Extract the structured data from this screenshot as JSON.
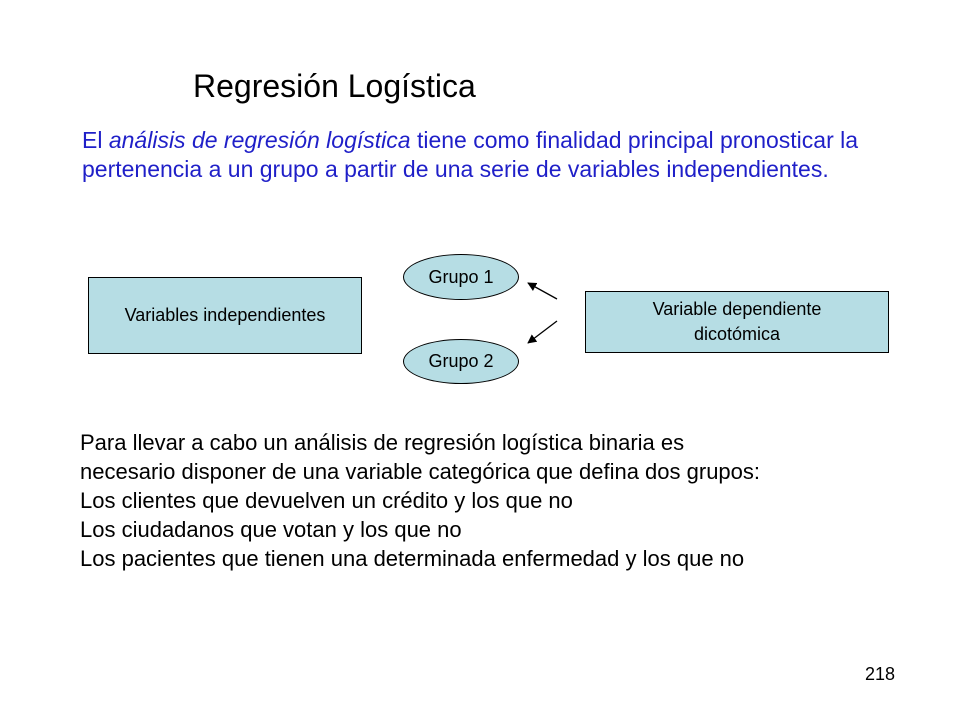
{
  "slide": {
    "title": "Regresión Logística",
    "intro": {
      "before": "El ",
      "emphasis": "análisis de regresión logística",
      "after": " tiene como finalidad principal pronosticar la pertenencia a un grupo a partir de una serie de variables independientes."
    },
    "diagram": {
      "independent_box": "Variables independientes",
      "group_1": "Grupo 1",
      "group_2": "Grupo 2",
      "dependent_box": "Variable dependiente dicotómica"
    },
    "body_lines": [
      "Para llevar a cabo un análisis de regresión logística binaria es",
      "necesario disponer de una variable categórica que defina dos grupos:",
      "Los clientes que devuelven un crédito y los que no",
      "Los ciudadanos que votan y los que no",
      "Los pacientes que tienen una determinada enfermedad y los que no"
    ],
    "page_number": "218"
  },
  "colors": {
    "intro_text": "#1f1fc8",
    "shape_fill": "#b6dde4",
    "outline": "#000000"
  }
}
